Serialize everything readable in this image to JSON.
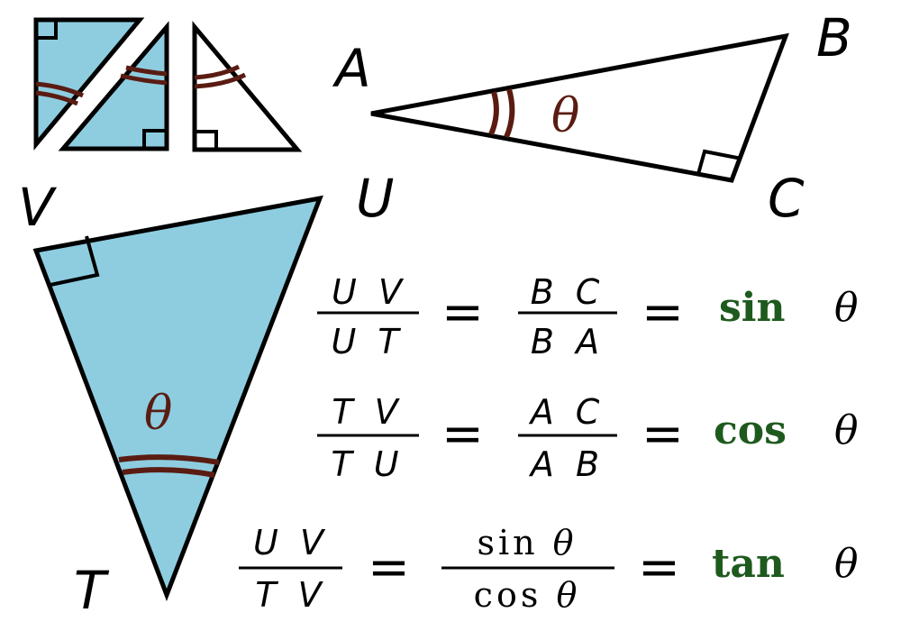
{
  "colors": {
    "fill": "#8ecde0",
    "stroke": "#000000",
    "angle_mark": "#5a1c12",
    "function": "#1e5a1e"
  },
  "vertices": {
    "A": "A",
    "B": "B",
    "C": "C",
    "T": "T",
    "U": "U",
    "V": "V"
  },
  "angle_symbol": "θ",
  "equations": [
    {
      "lhs_num": "U V",
      "lhs_den": "U T",
      "mid_num": "B C",
      "mid_den": "B A",
      "fn": "sin",
      "theta": "θ"
    },
    {
      "lhs_num": "T V",
      "lhs_den": "T U",
      "mid_num": "A C",
      "mid_den": "A B",
      "fn": "cos",
      "theta": "θ"
    },
    {
      "lhs_num": "U V",
      "lhs_den": "T V",
      "mid_num_fn": "sin",
      "mid_num_theta": "θ",
      "mid_den_fn": "cos",
      "mid_den_theta": "θ",
      "fn": "tan",
      "theta": "θ"
    }
  ],
  "equals": "="
}
